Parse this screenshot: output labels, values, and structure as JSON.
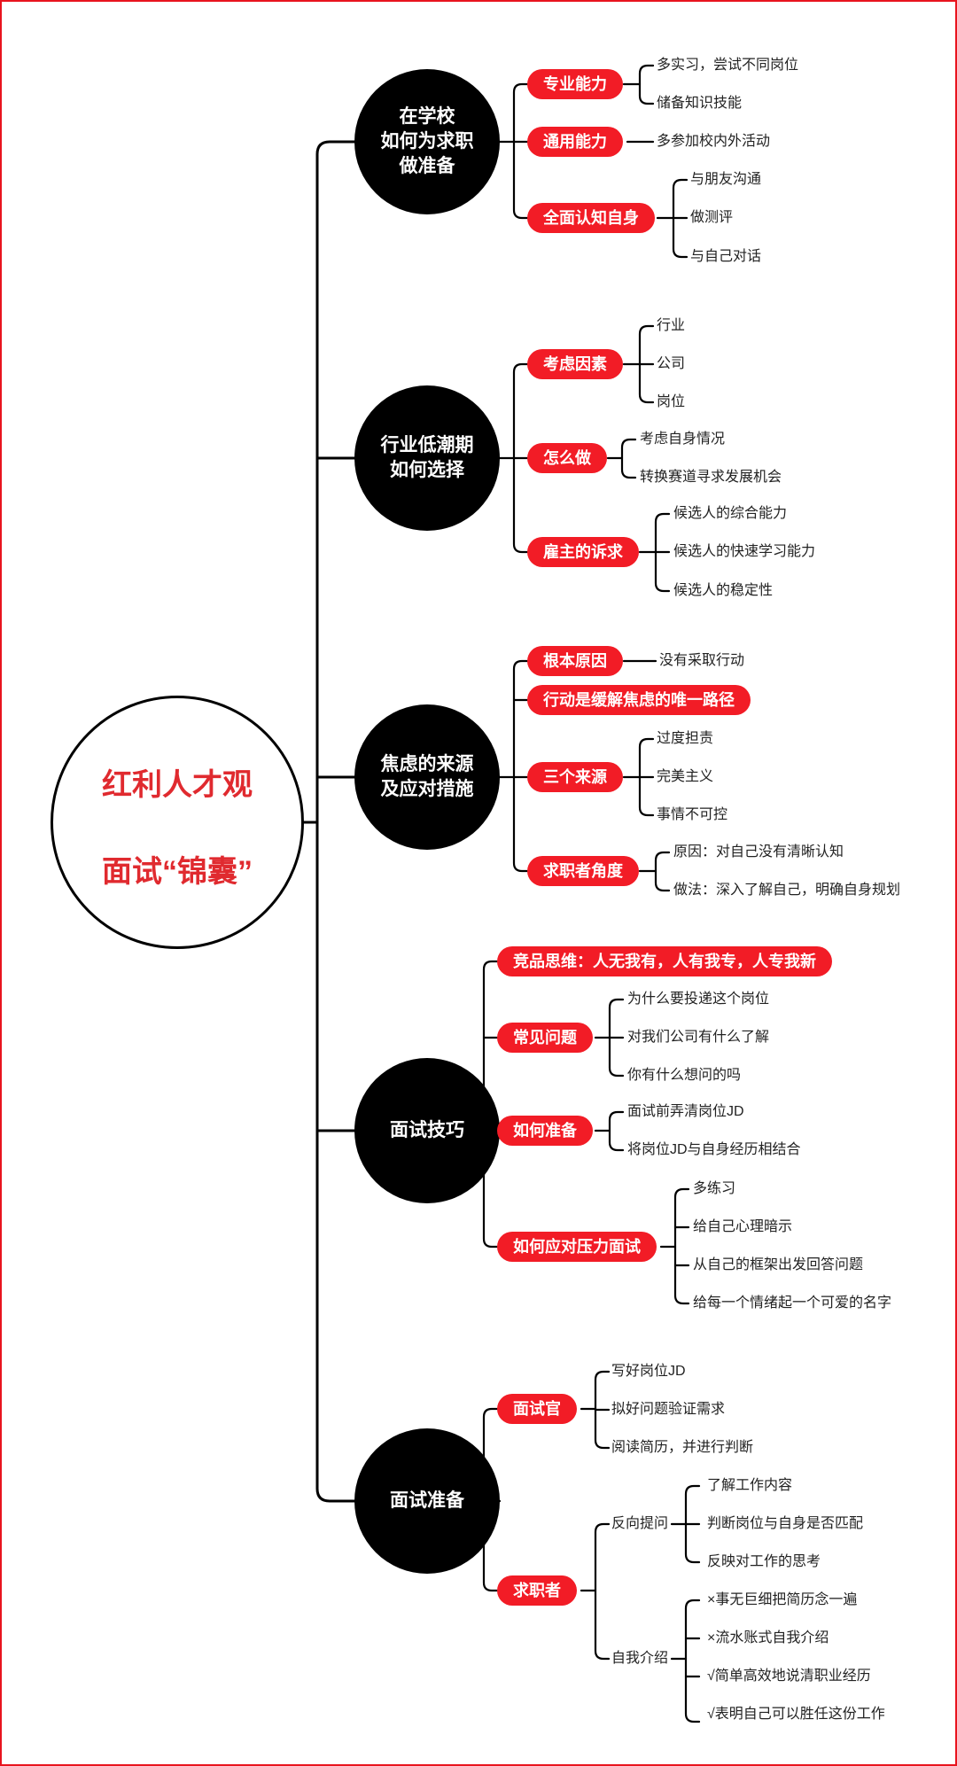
{
  "root": {
    "line1": "红利人才观",
    "line2": "面试“锦囊”"
  },
  "branches": [
    {
      "label": "在学校\n如何为求职\n做准备",
      "pills": [
        {
          "label": "专业能力",
          "items": [
            "多实习，尝试不同岗位",
            "储备知识技能"
          ]
        },
        {
          "label": "通用能力",
          "items": [
            "多参加校内外活动"
          ]
        },
        {
          "label": "全面认知自身",
          "items": [
            "与朋友沟通",
            "做测评",
            "与自己对话"
          ]
        }
      ]
    },
    {
      "label": "行业低潮期\n如何选择",
      "pills": [
        {
          "label": "考虑因素",
          "items": [
            "行业",
            "公司",
            "岗位"
          ]
        },
        {
          "label": "怎么做",
          "items": [
            "考虑自身情况",
            "转换赛道寻求发展机会"
          ]
        },
        {
          "label": "雇主的诉求",
          "items": [
            "候选人的综合能力",
            "候选人的快速学习能力",
            "候选人的稳定性"
          ]
        }
      ]
    },
    {
      "label": "焦虑的来源\n及应对措施",
      "pills": [
        {
          "label": "根本原因",
          "items": [
            "没有采取行动"
          ]
        },
        {
          "label": "行动是缓解焦虑的唯一路径",
          "items": []
        },
        {
          "label": "三个来源",
          "items": [
            "过度担责",
            "完美主义",
            "事情不可控"
          ]
        },
        {
          "label": "求职者角度",
          "items": [
            "原因：对自己没有清晰认知",
            "做法：深入了解自己，明确自身规划"
          ]
        }
      ]
    },
    {
      "label": "面试技巧",
      "pills": [
        {
          "label": "竞品思维：人无我有，人有我专，人专我新",
          "items": []
        },
        {
          "label": "常见问题",
          "items": [
            "为什么要投递这个岗位",
            "对我们公司有什么了解",
            "你有什么想问的吗"
          ]
        },
        {
          "label": "如何准备",
          "items": [
            "面试前弄清岗位JD",
            "将岗位JD与自身经历相结合"
          ]
        },
        {
          "label": "如何应对压力面试",
          "items": [
            "多练习",
            "给自己心理暗示",
            "从自己的框架出发回答问题",
            "给每一个情绪起一个可爱的名字"
          ]
        }
      ]
    },
    {
      "label": "面试准备",
      "pills": [
        {
          "label": "面试官",
          "items": [
            "写好岗位JD",
            "拟好问题验证需求",
            "阅读简历，并进行判断"
          ]
        },
        {
          "label": "求职者",
          "items": [],
          "groups": [
            {
              "label": "反向提问",
              "items": [
                "了解工作内容",
                "判断岗位与自身是否匹配",
                "反映对工作的思考"
              ]
            },
            {
              "label": "自我介绍",
              "items": [
                "×事无巨细把简历念一遍",
                "×流水账式自我介绍",
                "√简单高效地说清职业经历",
                "√表明自己可以胜任这份工作"
              ]
            }
          ]
        }
      ]
    }
  ]
}
